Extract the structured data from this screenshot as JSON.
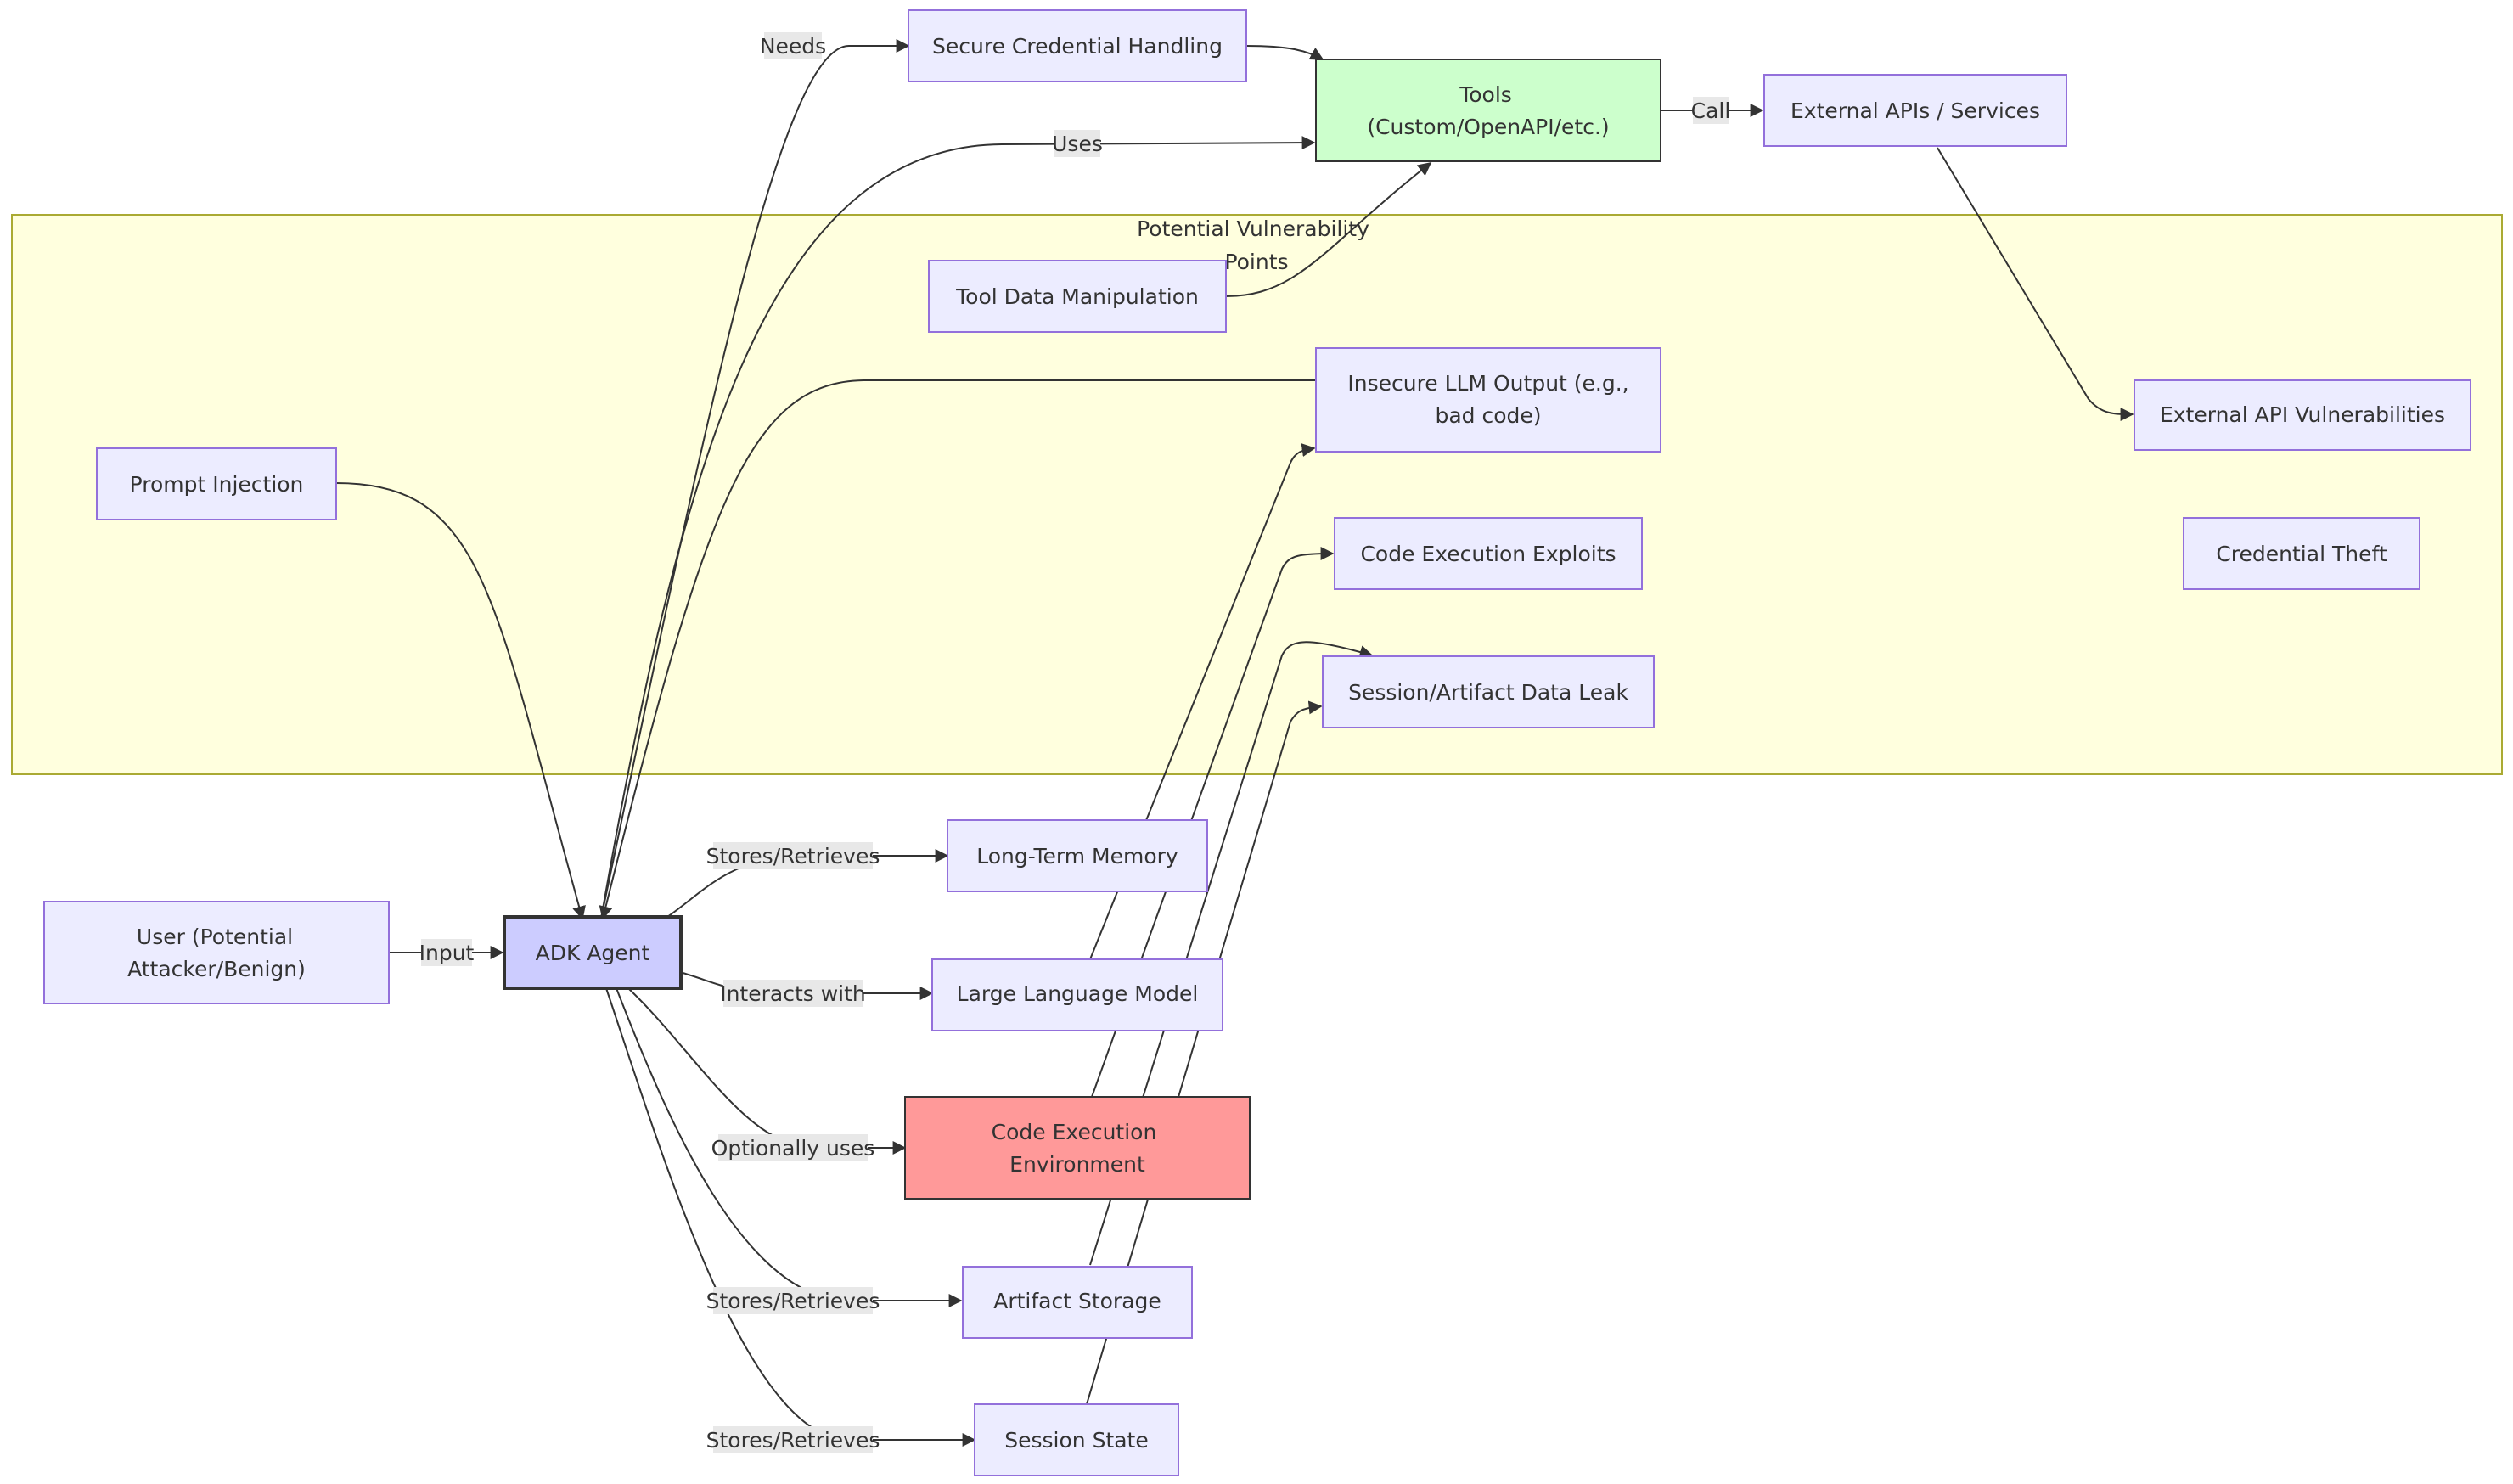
{
  "cluster": {
    "title_line1": "Potential Vulnerability",
    "title_line2": "Points"
  },
  "nodes": {
    "user": {
      "line1": "User (Potential",
      "line2": "Attacker/Benign)"
    },
    "agent": {
      "label": "ADK Agent"
    },
    "secure_cred": {
      "label": "Secure Credential Handling"
    },
    "tools": {
      "line1": "Tools",
      "line2": "(Custom/OpenAPI/etc.)"
    },
    "external_apis": {
      "label": "External APIs / Services"
    },
    "tool_data": {
      "label": "Tool Data Manipulation"
    },
    "insecure_llm": {
      "line1": "Insecure LLM Output (e.g.,",
      "line2": "bad code)"
    },
    "prompt_injection": {
      "label": "Prompt Injection"
    },
    "code_exploits": {
      "label": "Code Execution Exploits"
    },
    "session_leak": {
      "label": "Session/Artifact Data Leak"
    },
    "external_vuln": {
      "label": "External API Vulnerabilities"
    },
    "cred_theft": {
      "label": "Credential Theft"
    },
    "ltm": {
      "label": "Long-Term Memory"
    },
    "llm": {
      "label": "Large Language Model"
    },
    "codeexec": {
      "line1": "Code Execution",
      "line2": "Environment"
    },
    "artifact": {
      "label": "Artifact Storage"
    },
    "session": {
      "label": "Session State"
    }
  },
  "edge_labels": {
    "needs": "Needs",
    "uses": "Uses",
    "call": "Call",
    "input": "Input",
    "stores_ltm": "Stores/Retrieves",
    "interacts": "Interacts with",
    "optionally": "Optionally uses",
    "stores_artifact": "Stores/Retrieves",
    "stores_session": "Stores/Retrieves"
  },
  "colors": {
    "node_fill": "#ECECFF",
    "node_stroke": "#9370DB",
    "agent_fill": "#CCCCFF",
    "tools_fill": "#CCFFCC",
    "codeexec_fill": "#FF9999",
    "cluster_fill": "#FFFFDE",
    "cluster_stroke": "#AAAA33",
    "edge": "#333333"
  }
}
